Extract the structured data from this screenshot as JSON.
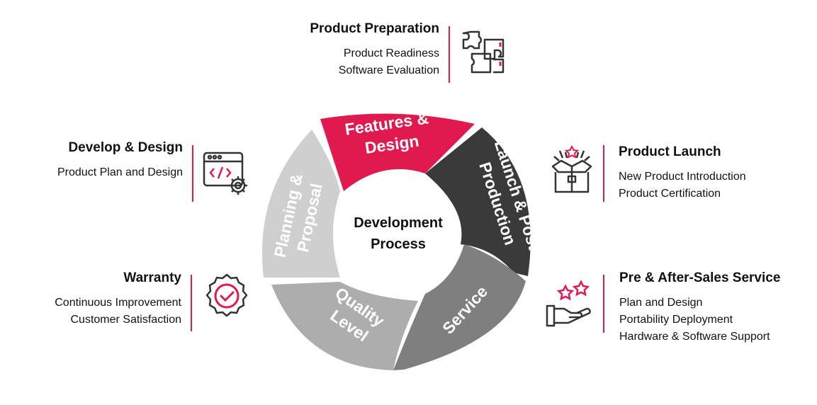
{
  "center": {
    "line1": "Development",
    "line2": "Process"
  },
  "segments": [
    {
      "id": "features",
      "lines": [
        "Features &",
        "Design"
      ],
      "color": "#e0194e"
    },
    {
      "id": "launch",
      "lines": [
        "Launch & Post",
        "Production"
      ],
      "color": "#3a3a3a"
    },
    {
      "id": "service",
      "lines": [
        "Service"
      ],
      "color": "#7f7f7f"
    },
    {
      "id": "quality",
      "lines": [
        "Quality",
        "Level"
      ],
      "color": "#adadad"
    },
    {
      "id": "planning",
      "lines": [
        "Planning &",
        "Proposal"
      ],
      "color": "#cfcfcf"
    }
  ],
  "blocks": {
    "product_preparation": {
      "title": "Product Preparation",
      "items": [
        "Product Readiness",
        "Software Evaluation"
      ],
      "icon": "puzzle-icon"
    },
    "develop_design": {
      "title": "Develop & Design",
      "items": [
        "Product Plan and Design"
      ],
      "icon": "code-window-gear-icon"
    },
    "warranty": {
      "title": "Warranty",
      "items": [
        "Continuous Improvement",
        "Customer Satisfaction"
      ],
      "icon": "badge-check-icon"
    },
    "product_launch": {
      "title": "Product Launch",
      "items": [
        "New Product Introduction",
        "Product Certification"
      ],
      "icon": "gift-box-fireworks-icon"
    },
    "pre_after_sales": {
      "title": "Pre & After-Sales Service",
      "items": [
        "Plan and Design",
        "Portability Deployment",
        "Hardware & Software Support"
      ],
      "icon": "hand-stars-icon"
    }
  },
  "colors": {
    "accent": "#e0194e",
    "dark": "#3a3a3a",
    "mid": "#7f7f7f",
    "light": "#adadad",
    "lighter": "#cfcfcf"
  }
}
